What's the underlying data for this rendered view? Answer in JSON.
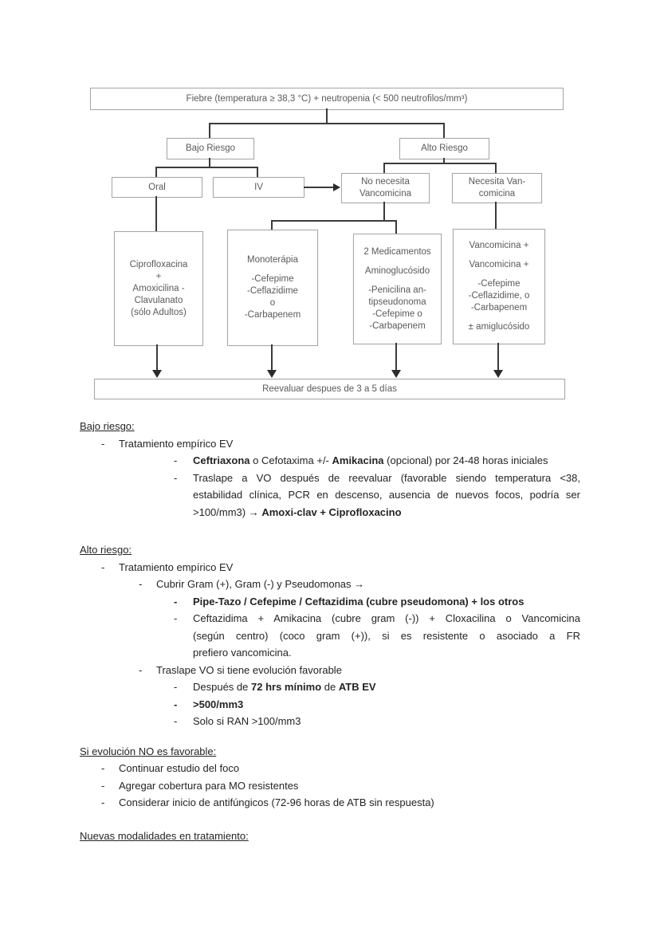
{
  "flowchart": {
    "top_box": "Fiebre (temperatura ≥ 38,3 °C) + neutropenia (< 500 neutrofilos/mm³)",
    "bajo_riesgo": "Bajo Riesgo",
    "alto_riesgo": "Alto Riesgo",
    "oral": "Oral",
    "iv": "IV",
    "no_necesita": [
      "No necesita",
      "Vancomicina"
    ],
    "necesita": [
      "Necesita Van-",
      "comicina"
    ],
    "box_oral": [
      "Ciprofloxacina",
      "+",
      "Amoxicilina -",
      "Clavulanato",
      "(sólo Adultos)"
    ],
    "box_mono": [
      "Monoterápia",
      "",
      "-Cefepime",
      "-Ceflazidime",
      "o",
      "-Carbapenem"
    ],
    "box_dos": [
      "2 Medicamentos",
      "",
      "Aminoglucósido",
      "",
      "-Penicilina an-",
      "tipseudonoma",
      "-Cefepime o",
      "-Carbapenem"
    ],
    "box_vanco": [
      "Vancomicina +",
      "",
      "Vancomicina +",
      "",
      "-Cefepime",
      "-Ceflazidime, o",
      "-Carbapenem",
      "",
      "± amiglucósido"
    ],
    "reevaluar": "Reevaluar despues de 3 a 5 días"
  },
  "notes": {
    "sections": [
      {
        "header": "Bajo riesgo:",
        "items": [
          {
            "level": 1,
            "lines": [
              {
                "segments": [
                  {
                    "t": "Tratamiento empírico EV"
                  }
                ]
              }
            ]
          },
          {
            "level": 3,
            "lines": [
              {
                "segments": [
                  {
                    "t": "Ceftriaxona",
                    "b": true
                  },
                  {
                    "t": " o Cefotaxima +/- "
                  },
                  {
                    "t": "Amikacina",
                    "b": true
                  },
                  {
                    "t": " (opcional) por 24-48 horas iniciales"
                  }
                ]
              }
            ]
          },
          {
            "level": 3,
            "lines": [
              {
                "justify": true,
                "segments": [
                  {
                    "t": "Traslape a VO después de reevaluar (favorable siendo temperatura <38,"
                  }
                ]
              },
              {
                "justify": true,
                "segments": [
                  {
                    "t": "estabilidad clínica, PCR en descenso, ausencia de nuevos focos, podría ser"
                  }
                ]
              },
              {
                "segments": [
                  {
                    "t": ">100/mm3) → "
                  },
                  {
                    "t": "Amoxi-clav + Ciprofloxacino",
                    "b": true
                  }
                ]
              }
            ]
          }
        ]
      },
      {
        "header": "Alto riesgo:",
        "items": [
          {
            "level": 1,
            "lines": [
              {
                "segments": [
                  {
                    "t": "Tratamiento empírico EV"
                  }
                ]
              }
            ]
          },
          {
            "level": 2,
            "lines": [
              {
                "segments": [
                  {
                    "t": "Cubrir Gram (+), Gram (-) y Pseudomonas →"
                  }
                ]
              }
            ]
          },
          {
            "level": 3,
            "bold_dash": true,
            "lines": [
              {
                "segments": [
                  {
                    "t": "Pipe-Tazo / Cefepime / Ceftazidima (cubre pseudomona) + los otros",
                    "b": true
                  }
                ]
              }
            ]
          },
          {
            "level": 3,
            "lines": [
              {
                "justify": true,
                "segments": [
                  {
                    "t": "Ceftazidima + Amikacina (cubre gram (-)) + Cloxacilina o Vancomicina"
                  }
                ]
              },
              {
                "justify": true,
                "segments": [
                  {
                    "t": "(según centro) (coco gram (+)), si es resistente o asociado a FR"
                  }
                ]
              },
              {
                "segments": [
                  {
                    "t": "prefiero vancomicina."
                  }
                ]
              }
            ]
          },
          {
            "level": 2,
            "lines": [
              {
                "segments": [
                  {
                    "t": "Traslape VO si tiene evolución favorable"
                  }
                ]
              }
            ]
          },
          {
            "level": 3,
            "lines": [
              {
                "segments": [
                  {
                    "t": "Después de "
                  },
                  {
                    "t": "72 hrs mínimo",
                    "b": true
                  },
                  {
                    "t": " de "
                  },
                  {
                    "t": "ATB EV",
                    "b": true
                  }
                ]
              }
            ]
          },
          {
            "level": 3,
            "bold_dash": true,
            "lines": [
              {
                "segments": [
                  {
                    "t": ">500/mm3",
                    "b": true
                  }
                ]
              }
            ]
          },
          {
            "level": 3,
            "lines": [
              {
                "segments": [
                  {
                    "t": "Solo si RAN >100/mm3"
                  }
                ]
              }
            ]
          }
        ]
      },
      {
        "header": "Si evolución NO es favorable:",
        "items": [
          {
            "level": 1,
            "lines": [
              {
                "segments": [
                  {
                    "t": "Continuar estudio del foco"
                  }
                ]
              }
            ]
          },
          {
            "level": 1,
            "lines": [
              {
                "segments": [
                  {
                    "t": "Agregar cobertura para MO resistentes"
                  }
                ]
              }
            ]
          },
          {
            "level": 1,
            "lines": [
              {
                "segments": [
                  {
                    "t": "Considerar inicio de antifúngicos (72-96 horas de ATB sin respuesta)"
                  }
                ]
              }
            ]
          }
        ]
      },
      {
        "header": "Nuevas modalidades en tratamiento:",
        "items": []
      }
    ]
  }
}
